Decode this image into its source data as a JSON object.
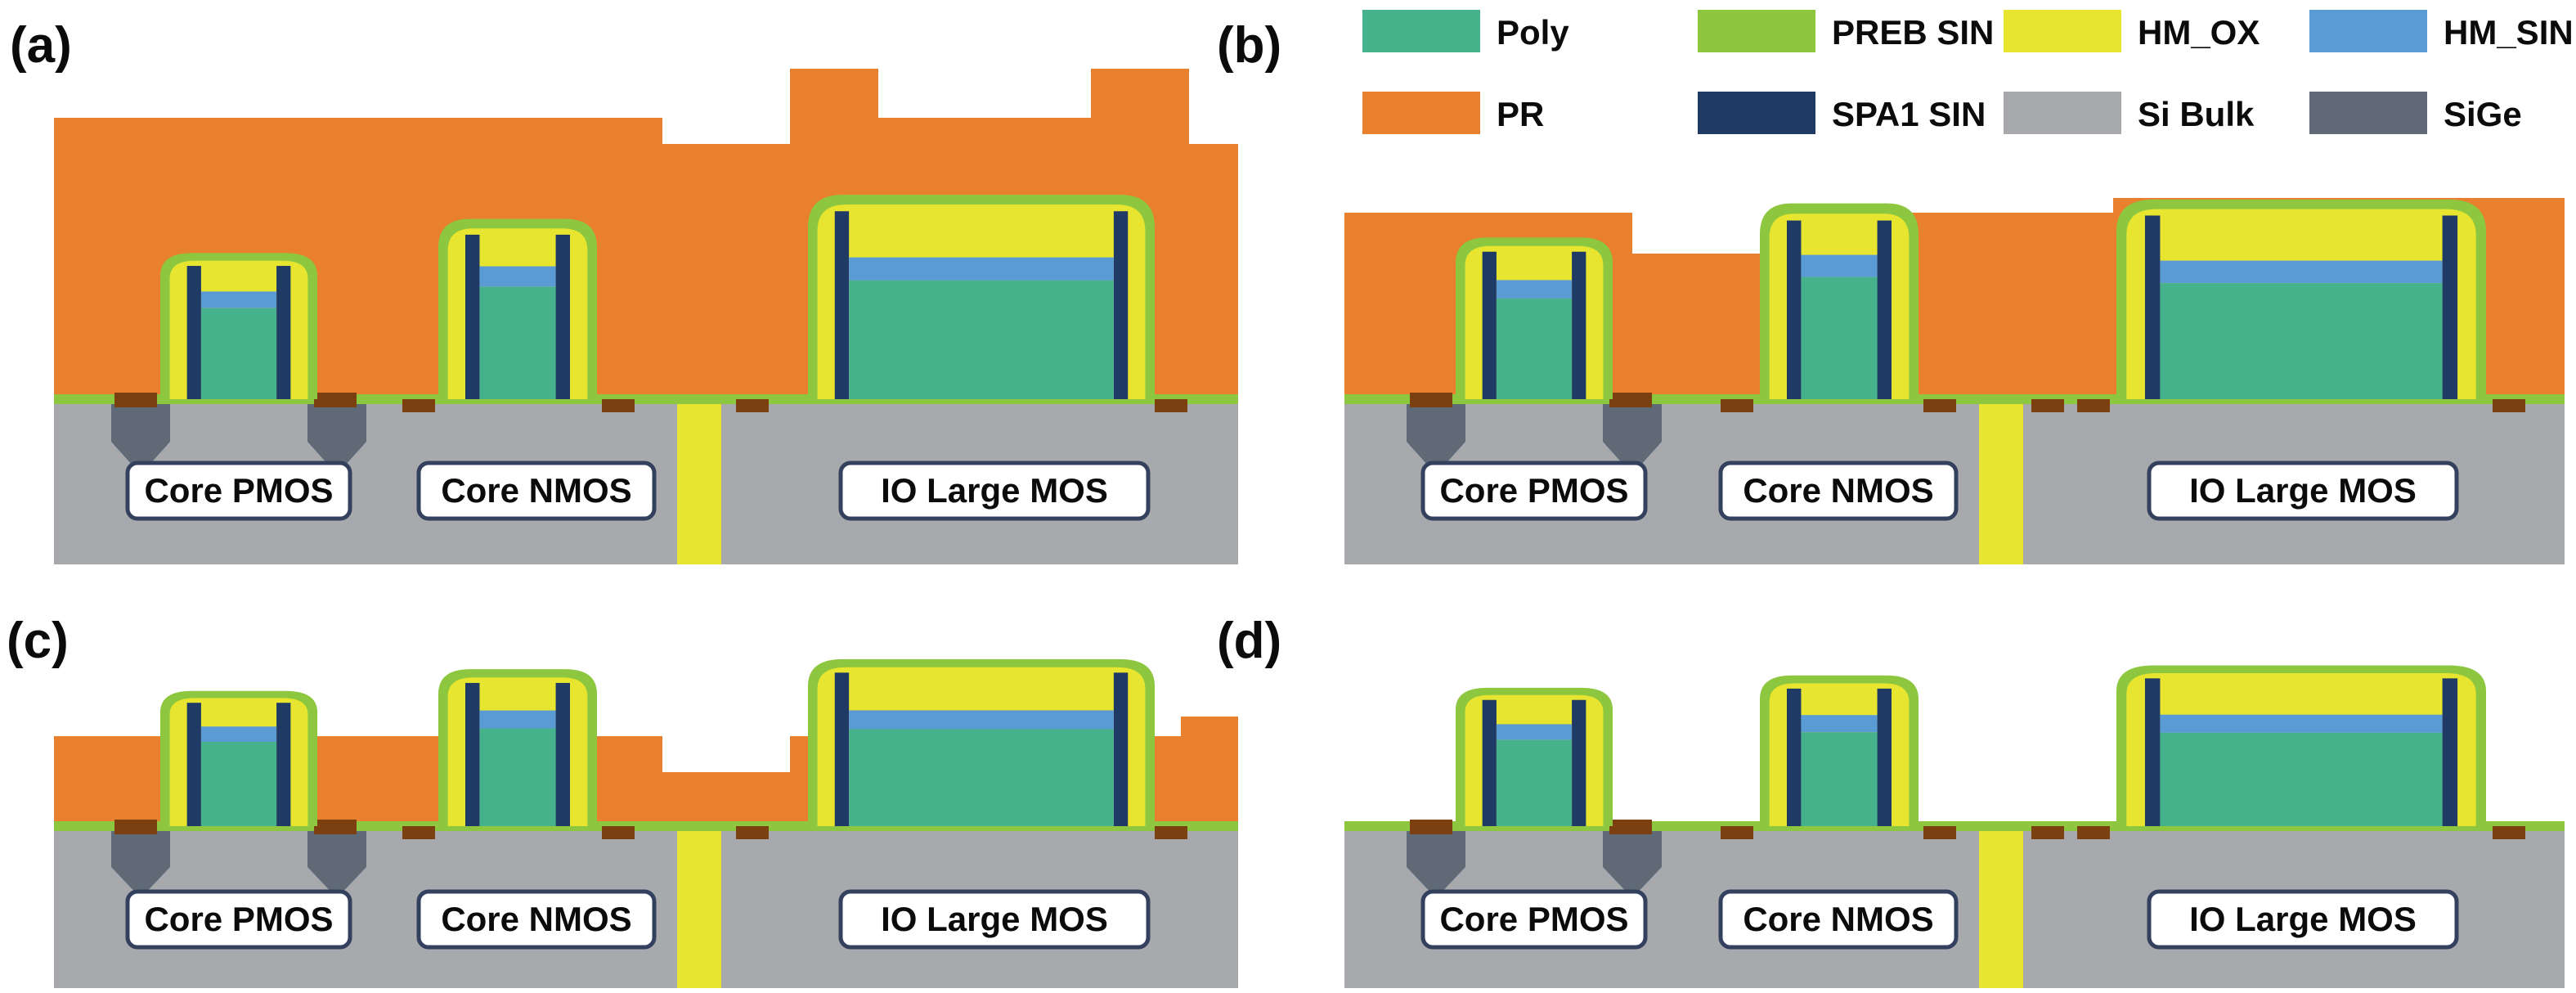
{
  "figure": {
    "type": "semiconductor-process-cross-section",
    "panel_labels": [
      "(a)",
      "(b)",
      "(c)",
      "(d)"
    ]
  },
  "legend": {
    "items": [
      {
        "label": "Poly",
        "color": "#45B28C"
      },
      {
        "label": "PREB SIN",
        "color": "#8DC63F"
      },
      {
        "label": "HM_OX",
        "color": "#E7E52F"
      },
      {
        "label": "HM_SIN",
        "color": "#5B9BD5"
      },
      {
        "label": "PR",
        "color": "#E8802D"
      },
      {
        "label": "SPA1 SIN",
        "color": "#1F3A64"
      },
      {
        "label": "Si Bulk",
        "color": "#A7A9AC"
      },
      {
        "label": "SiGe",
        "color": "#5F6A76"
      }
    ]
  },
  "panels": [
    {
      "label": "(a)",
      "devices": [
        "Core PMOS",
        "Core NMOS",
        "IO Large MOS"
      ]
    },
    {
      "label": "(b)",
      "devices": [
        "Core PMOS",
        "Core NMOS",
        "IO Large MOS"
      ]
    },
    {
      "label": "(c)",
      "devices": [
        "Core PMOS",
        "Core NMOS",
        "IO Large MOS"
      ]
    },
    {
      "label": "(d)",
      "devices": [
        "Core PMOS",
        "Core NMOS",
        "IO Large MOS"
      ]
    }
  ]
}
